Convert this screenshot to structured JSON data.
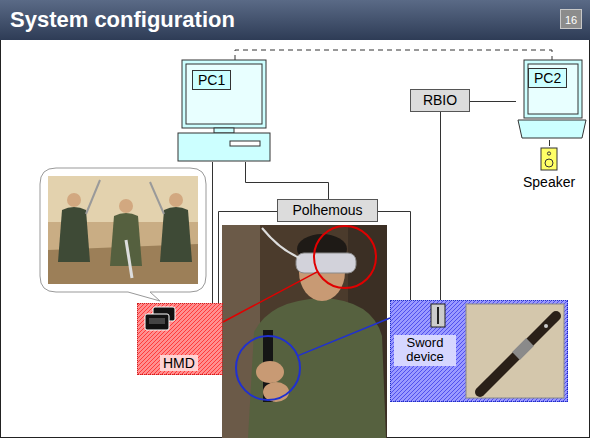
{
  "diagram": {
    "title": "System configuration",
    "nodes": [
      {
        "text": [
          "PC1"
        ]
      },
      {
        "text": [
          "RBIO"
        ]
      },
      {
        "text": [
          "PC2"
        ]
      },
      {
        "text": [
          "Polhemous"
        ]
      },
      {
        "text": [
          "Speaker"
        ]
      },
      {
        "text": [
          "HMD"
        ]
      },
      {
        "text": [
          "Sword device"
        ]
      }
    ],
    "edges": [
      {
        "from": 0,
        "to": 2,
        "arrow": "none"
      },
      {
        "from": 1,
        "to": 2,
        "arrow": "none"
      },
      {
        "from": 2,
        "to": 4,
        "arrow": "none"
      },
      {
        "from": 0,
        "to": 5,
        "arrow": "none"
      },
      {
        "from": 0,
        "to": 3,
        "arrow": "none"
      },
      {
        "from": 3,
        "to": 5,
        "arrow": "none"
      },
      {
        "from": 3,
        "to": 6,
        "arrow": "none"
      },
      {
        "from": 1,
        "to": 6,
        "arrow": "none"
      }
    ],
    "labels": [
      "16"
    ]
  }
}
